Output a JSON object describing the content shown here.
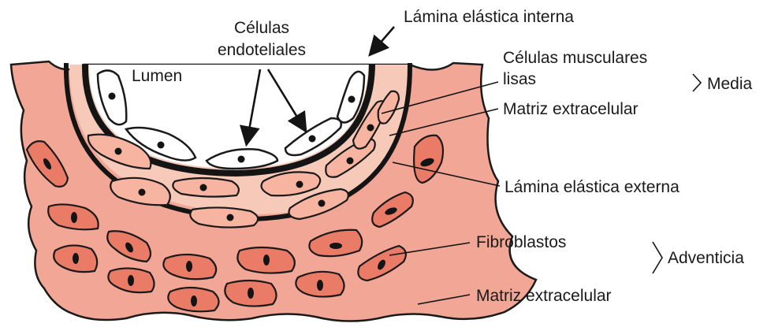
{
  "labels": {
    "lumen": "Lumen",
    "endothelial_line1": "Células",
    "endothelial_line2": "endoteliales",
    "internal_elastic": "Lámina elástica interna",
    "smooth_muscle_line1": "Células musculares",
    "smooth_muscle_line2": "lisas",
    "media": "Media",
    "media_matrix": "Matriz extracelular",
    "external_elastic": "Lámina elástica externa",
    "fibroblasts": "Fibroblastos",
    "adventicia": "Adventicia",
    "adventitia_matrix": "Matriz extracelular"
  },
  "colors": {
    "adventitia": "#f1a696",
    "media": "#f7c9b9",
    "fibroblast": "#ea7b67",
    "smooth_muscle": "#f7b5a1",
    "endothelium": "#ffffff",
    "elastic_lamina": "#141414"
  }
}
